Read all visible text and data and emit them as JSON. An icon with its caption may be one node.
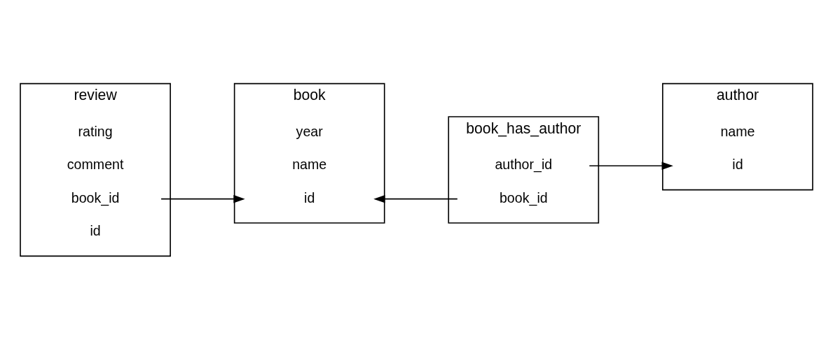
{
  "diagram": {
    "nodes": [
      {
        "text": [
          "review"
        ]
      },
      {
        "text": [
          "id"
        ],
        "in": 0
      },
      {
        "text": [
          "book_id"
        ],
        "in": 0
      },
      {
        "text": [
          "comment"
        ],
        "in": 0
      },
      {
        "text": [
          "rating"
        ],
        "in": 0
      },
      {
        "text": [
          "book"
        ]
      },
      {
        "text": [
          "id"
        ],
        "in": 5
      },
      {
        "text": [
          "name"
        ],
        "in": 5
      },
      {
        "text": [
          "year"
        ],
        "in": 5
      },
      {
        "text": [
          "book_has_author"
        ]
      },
      {
        "text": [
          "book_id"
        ],
        "in": 9
      },
      {
        "text": [
          "author_id"
        ],
        "in": 9
      },
      {
        "text": [
          "author"
        ]
      },
      {
        "text": [
          "id"
        ],
        "in": 12
      },
      {
        "text": [
          "name"
        ],
        "in": 12
      }
    ],
    "edges": [
      {
        "from": 2,
        "to": 6,
        "arrow": "to"
      },
      {
        "from": 10,
        "to": 6,
        "arrow": "to"
      },
      {
        "from": 11,
        "to": 13,
        "arrow": "to"
      }
    ]
  }
}
